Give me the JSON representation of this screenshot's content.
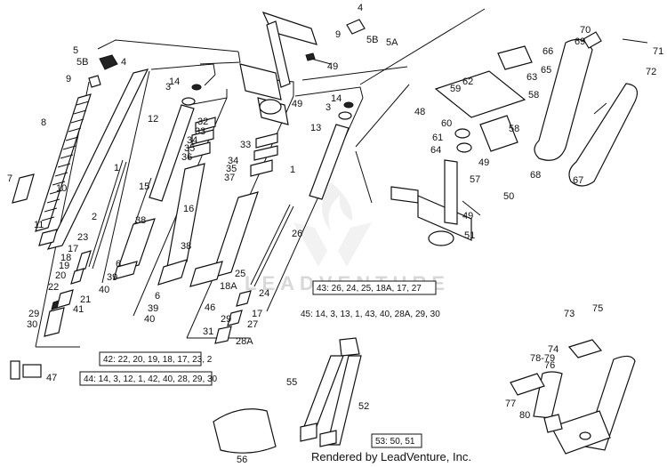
{
  "parts": [
    "1",
    "1",
    "2",
    "3",
    "3",
    "3",
    "4",
    "4",
    "5",
    "5A",
    "5B",
    "5B",
    "6",
    "6",
    "7",
    "8",
    "9",
    "9",
    "10",
    "11",
    "12",
    "13",
    "14",
    "14",
    "14",
    "15",
    "16",
    "17",
    "17",
    "18",
    "18A",
    "19",
    "20",
    "21",
    "22",
    "23",
    "24",
    "24",
    "25",
    "25",
    "26",
    "26",
    "27",
    "28A",
    "29",
    "29",
    "30",
    "30",
    "31",
    "31",
    "32",
    "33",
    "33",
    "34",
    "34",
    "35",
    "35",
    "36",
    "37",
    "38",
    "38",
    "39",
    "39",
    "40",
    "40",
    "41",
    "46",
    "47",
    "48",
    "49",
    "49",
    "49",
    "49",
    "50",
    "51",
    "52",
    "55",
    "56",
    "57",
    "58",
    "58",
    "59",
    "60",
    "61",
    "62",
    "63",
    "64",
    "65",
    "66",
    "67",
    "68",
    "69",
    "70",
    "71",
    "72",
    "73",
    "74",
    "75",
    "76",
    "77",
    "78-79",
    "80"
  ],
  "kits": [
    {
      "text": "43: 26, 24, 25, 18A, 17, 27"
    },
    {
      "text": "45: 14, 3, 13, 1, 43, 40, 28A, 29, 30"
    },
    {
      "text": "42: 22, 20, 19, 18, 17, 23, 2"
    },
    {
      "text": "44: 14, 3, 12, 1, 42, 40, 28, 29, 30"
    },
    {
      "text": "53: 50, 51"
    }
  ],
  "watermark": "LEADVENTURE",
  "footer": "Rendered by LeadVenture, Inc."
}
